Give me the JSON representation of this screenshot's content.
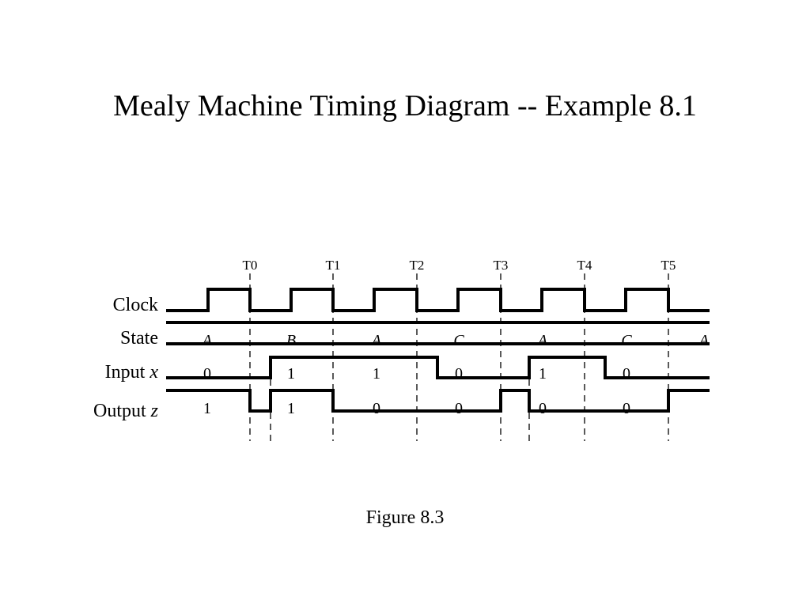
{
  "title": "Mealy Machine Timing Diagram -- Example 8.1",
  "caption": "Figure 8.3",
  "diagram": {
    "time_labels": [
      "T0",
      "T1",
      "T2",
      "T3",
      "T4",
      "T5"
    ],
    "rows": {
      "clock": {
        "label": "Clock"
      },
      "state": {
        "label": "State",
        "values": [
          "A",
          "B",
          "A",
          "C",
          "A",
          "C",
          "A"
        ]
      },
      "input": {
        "label": "Input",
        "var": "x",
        "values": [
          "0",
          "1",
          "1",
          "0",
          "1",
          "0"
        ]
      },
      "output": {
        "label": "Output",
        "var": "z",
        "values": [
          "1",
          "1",
          "0",
          "0",
          "0",
          "0"
        ]
      }
    }
  }
}
